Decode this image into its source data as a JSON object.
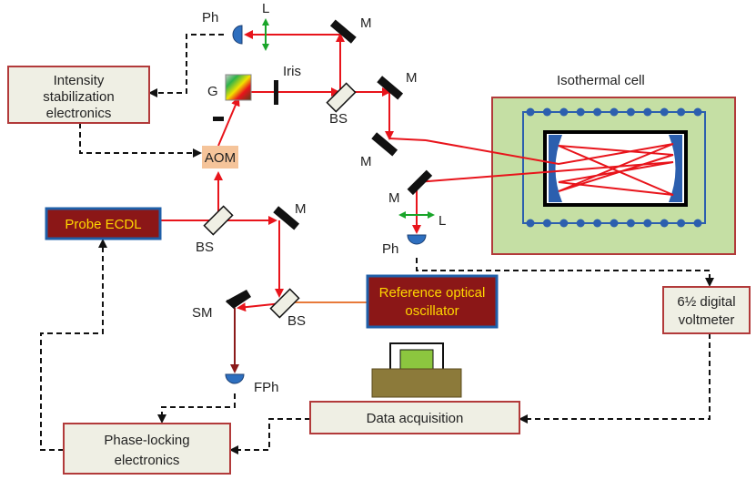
{
  "labels": {
    "ph_top": "Ph",
    "l_top": "L",
    "m_top": "M",
    "iris": "Iris",
    "g": "G",
    "bs_top": "BS",
    "m_right1": "M",
    "m_left": "M",
    "m_right2": "M",
    "l_right": "L",
    "ph_right": "Ph",
    "m_probe": "M",
    "bs_probe": "BS",
    "sm": "SM",
    "bs_bottom": "BS",
    "fph": "FPh",
    "isothermal": "Isothermal cell"
  },
  "boxes": {
    "intensity_line1": "Intensity",
    "intensity_line2": "stabilization",
    "intensity_line3": "electronics",
    "aom": "AOM",
    "probe": "Probe ECDL",
    "reference_line1": "Reference optical",
    "reference_line2": "oscillator",
    "voltmeter_line1": "6½ digital",
    "voltmeter_line2": "voltmeter",
    "data_acq": "Data acquisition",
    "phase_line1": "Phase-locking",
    "phase_line2": "electronics"
  },
  "colors": {
    "beam": "#e8141b",
    "dark_beam": "#8b1a1a",
    "box_border": "#b23a3a",
    "box_fill": "#efefe4",
    "dark_box_fill": "#8b1717",
    "dark_box_border": "#1f5fa8",
    "yellow_text": "#ffd700",
    "aom_fill": "#f5c49a",
    "cell_outer_fill": "#c5dfa4",
    "cell_border": "#b23a3a",
    "cell_inner_border": "#2c5fae",
    "detector": "#2e6fbf",
    "arrow_green": "#1aa52a"
  }
}
